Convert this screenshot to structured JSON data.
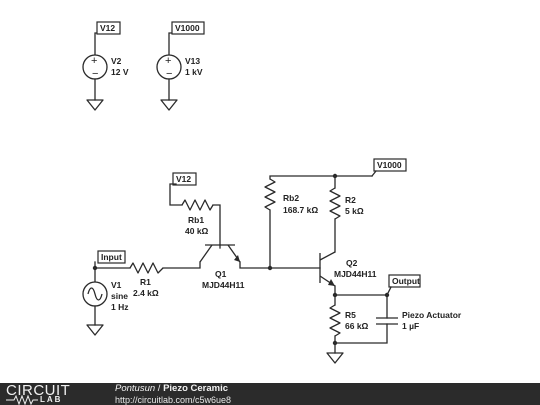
{
  "labels": {
    "v12_top": "V12",
    "v1000_top": "V1000",
    "v12_rb1": "V12",
    "v1000_main": "V1000",
    "input": "Input",
    "output": "Output"
  },
  "components": {
    "v2": {
      "name": "V2",
      "value": "12 V"
    },
    "v13": {
      "name": "V13",
      "value": "1 kV"
    },
    "rb1": {
      "name": "Rb1",
      "value": "40 kΩ"
    },
    "rb2": {
      "name": "Rb2",
      "value": "168.7 kΩ"
    },
    "r2": {
      "name": "R2",
      "value": "5 kΩ"
    },
    "r1": {
      "name": "R1",
      "value": "2.4 kΩ"
    },
    "q1": {
      "name": "Q1",
      "value": "MJD44H11"
    },
    "q2": {
      "name": "Q2",
      "value": "MJD44H11"
    },
    "v1": {
      "name": "V1",
      "value": "sine",
      "value2": "1 Hz"
    },
    "r5": {
      "name": "R5",
      "value": "66 kΩ"
    },
    "piezo": {
      "name": "Piezo Actuator",
      "value": "1 µF"
    }
  },
  "footer": {
    "logo_top": "CIRCUIT",
    "logo_bottom": "LAB",
    "author": "Pontusun",
    "separator": " / ",
    "title": "Piezo Ceramic",
    "url": "http://circuitlab.com/c5w6ue8"
  }
}
